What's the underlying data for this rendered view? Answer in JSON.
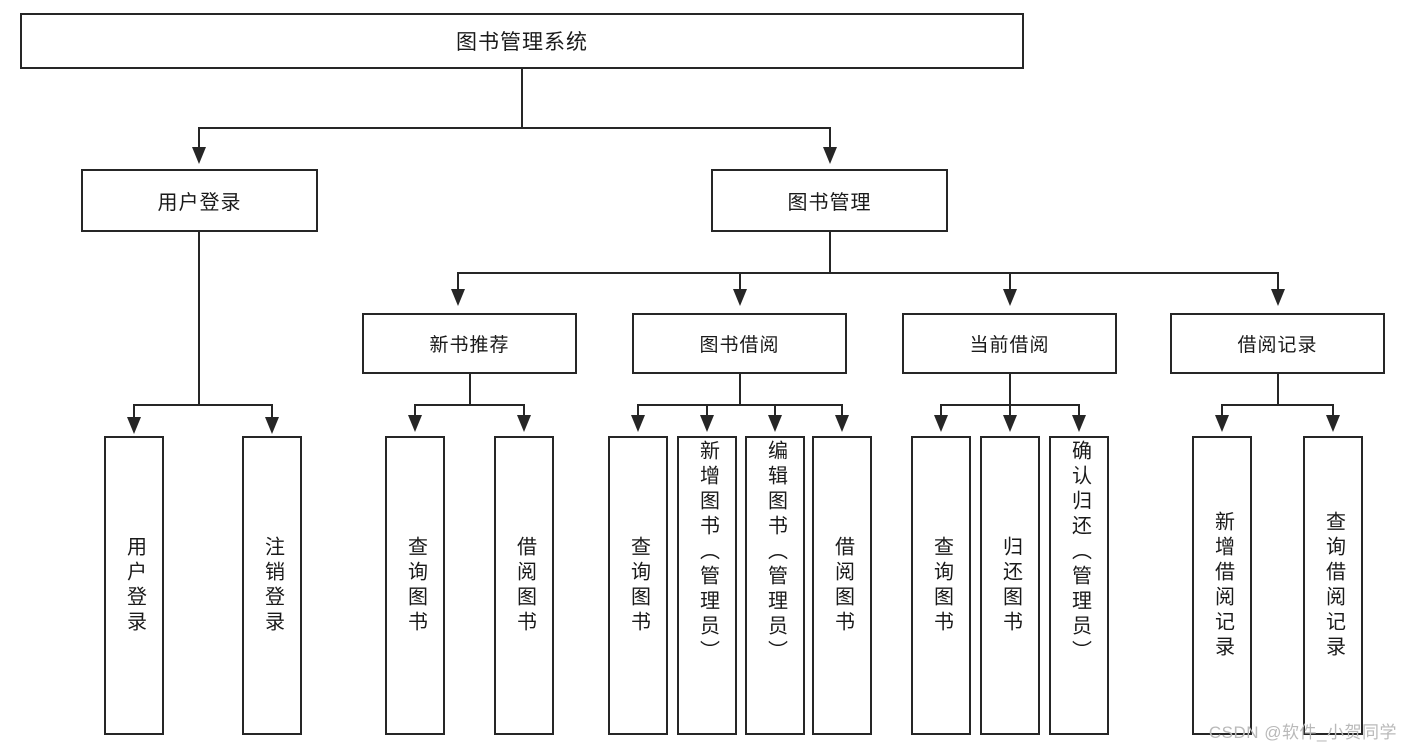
{
  "diagram": {
    "title": "图书管理系统",
    "type": "hierarchy-tree",
    "watermark": "CSDN @软件_小贺同学",
    "colors": {
      "stroke": "#262626",
      "background": "#ffffff",
      "text": "#1a1a1a",
      "watermark": "#b9b9b9"
    },
    "root": {
      "label": "图书管理系统"
    },
    "level2": [
      {
        "label": "用户登录"
      },
      {
        "label": "图书管理"
      }
    ],
    "level3": [
      {
        "label": "新书推荐"
      },
      {
        "label": "图书借阅"
      },
      {
        "label": "当前借阅"
      },
      {
        "label": "借阅记录"
      }
    ],
    "leaves": {
      "user_login": [
        {
          "label": "用户登录"
        },
        {
          "label": "注销登录"
        }
      ],
      "new_book_recommend": [
        {
          "label": "查询图书"
        },
        {
          "label": "借阅图书"
        }
      ],
      "book_borrow": [
        {
          "label": "查询图书"
        },
        {
          "label": "新增图书（管理员）"
        },
        {
          "label": "编辑图书（管理员）"
        },
        {
          "label": "借阅图书"
        }
      ],
      "current_borrow": [
        {
          "label": "查询图书"
        },
        {
          "label": "归还图书"
        },
        {
          "label": "确认归还（管理员）"
        }
      ],
      "borrow_record": [
        {
          "label": "新增借阅记录"
        },
        {
          "label": "查询借阅记录"
        }
      ]
    }
  }
}
